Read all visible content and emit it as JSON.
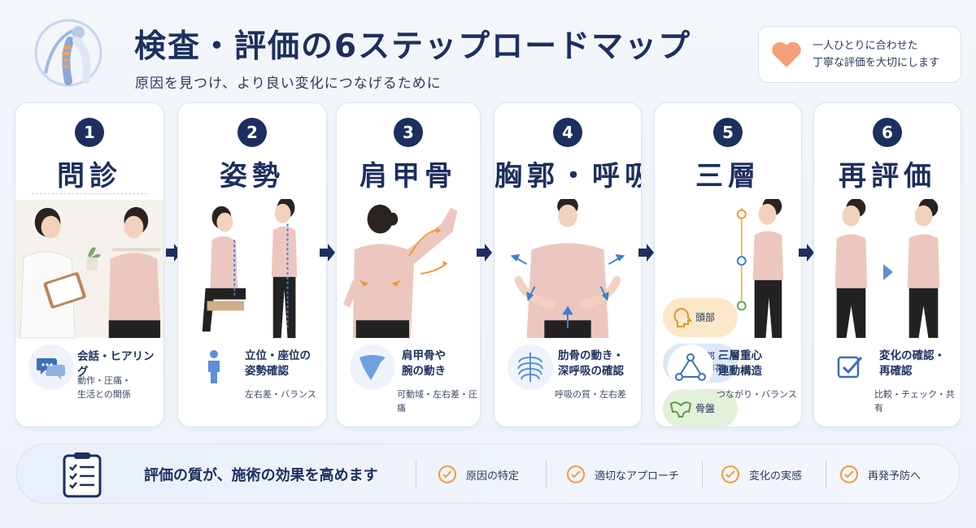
{
  "header": {
    "title": "検査・評価の6ステップロードマップ",
    "subtitle": "原因を見つけ、より良い変化につなげるために"
  },
  "note": {
    "line1": "一人ひとりに合わせた",
    "line2": "丁寧な評価を大切にします"
  },
  "steps": [
    {
      "number": "1",
      "title": "問診",
      "desc": "会話・ヒアリング",
      "sub": "動作・圧痛・\n生活との関係"
    },
    {
      "number": "2",
      "title": "姿勢",
      "desc": "立位・座位の\n姿勢確認",
      "sub": "左右差・バランス"
    },
    {
      "number": "3",
      "title": "肩甲骨",
      "desc": "肩甲骨や\n腕の動き",
      "sub": "可動域・左右差・圧痛"
    },
    {
      "number": "4",
      "title": "胸郭・呼吸",
      "desc": "肋骨の動き・\n深呼吸の確認",
      "sub": "呼吸の質・左右差"
    },
    {
      "number": "5",
      "title": "三層",
      "desc": "三層重心\n連動構造",
      "sub": "つながり・バランス"
    },
    {
      "number": "6",
      "title": "再評価",
      "desc": "変化の確認・\n再確認",
      "sub": "比較・チェック・共有"
    }
  ],
  "layers": [
    {
      "label": "頭部"
    },
    {
      "label": "胸郭・\n肩甲帯"
    },
    {
      "label": "骨盤"
    }
  ],
  "banner": {
    "main": "評価の質が、施術の効果を高めます",
    "benefits": [
      "原因の特定",
      "適切なアプローチ",
      "変化の実感",
      "再発予防へ"
    ]
  },
  "colors": {
    "navy": "#1c2f5e",
    "accent_orange": "#ef9a3c",
    "accent_blue": "#3c7fd1",
    "shirt_pink": "#ecc7bf",
    "layer_head": "#fbe8c8",
    "layer_chest": "#dbe8f8",
    "layer_pelvis": "#e2f1d9"
  }
}
